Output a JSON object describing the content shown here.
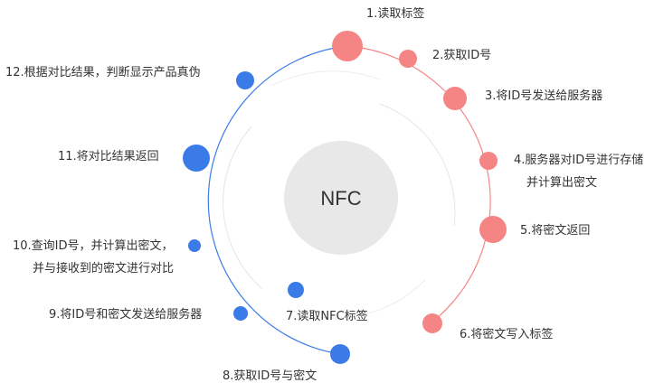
{
  "center": {
    "label": "NFC"
  },
  "colors": {
    "red": "#f58585",
    "blue": "#3b7be8",
    "center_fill": "#e8e8e8",
    "ring": "#e6e6e6"
  },
  "steps": [
    {
      "line1": "1.读取标签",
      "line2": "",
      "color": "red"
    },
    {
      "line1": "2.获取ID号",
      "line2": "",
      "color": "red"
    },
    {
      "line1": "3.将ID号发送给服务器",
      "line2": "",
      "color": "red"
    },
    {
      "line1": "4.服务器对ID号进行存储",
      "line2": "并计算出密文",
      "color": "red"
    },
    {
      "line1": "5.将密文返回",
      "line2": "",
      "color": "red"
    },
    {
      "line1": "6.将密文写入标签",
      "line2": "",
      "color": "red"
    },
    {
      "line1": "7.读取NFC标签",
      "line2": "",
      "color": "blue"
    },
    {
      "line1": "8.获取ID号与密文",
      "line2": "",
      "color": "blue"
    },
    {
      "line1": "9.将ID号和密文发送给服务器",
      "line2": "",
      "color": "blue"
    },
    {
      "line1": "10.查询ID号，并计算出密文，",
      "line2": "并与接收到的密文进行对比",
      "color": "blue"
    },
    {
      "line1": "11.将对比结果返回",
      "line2": "",
      "color": "blue"
    },
    {
      "line1": "12.根据对比结果，判断显示产品真伪",
      "line2": "",
      "color": "blue"
    }
  ]
}
